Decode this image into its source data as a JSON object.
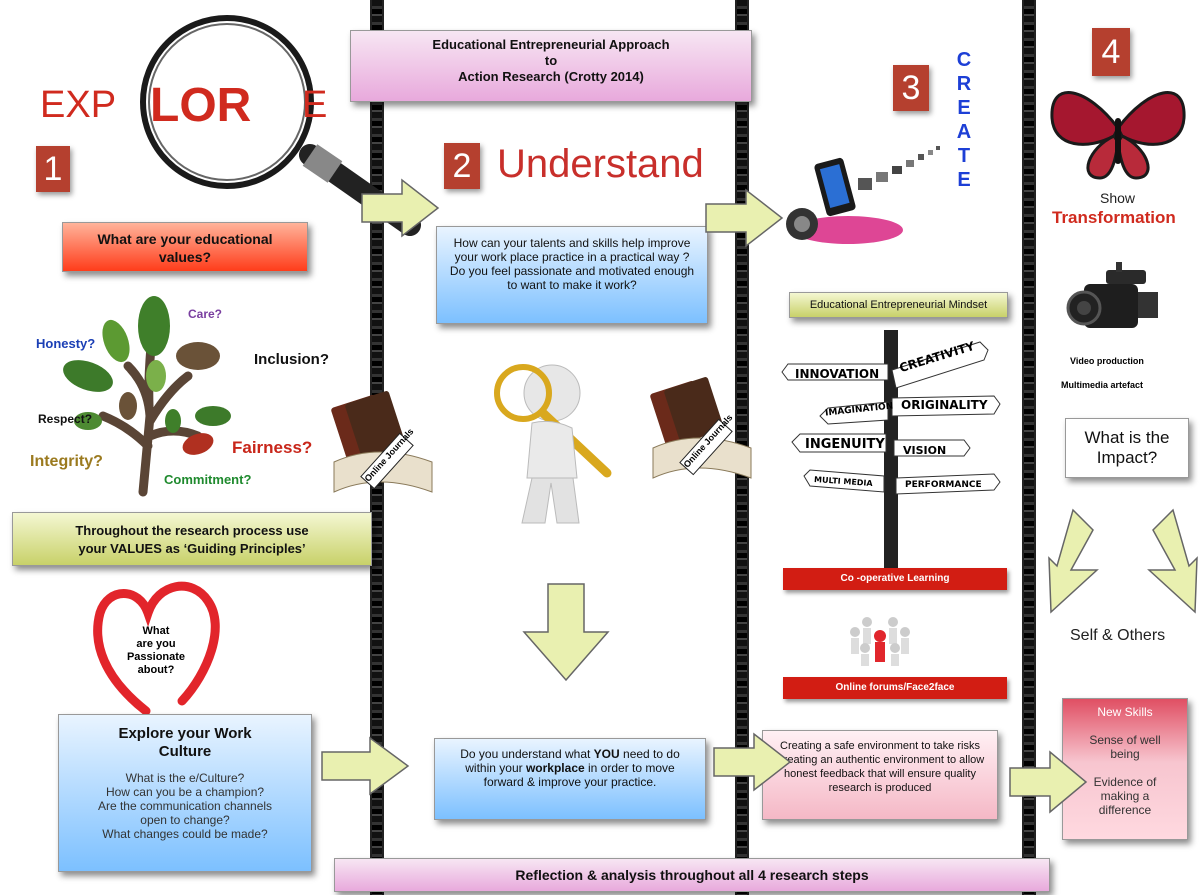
{
  "header": {
    "title_line1": "Educational Entrepreneurial Approach",
    "title_line2": "to",
    "title_line3": "Action Research  (Crotty 2014)"
  },
  "explore": {
    "word_left": "EXP",
    "word_center": "LOR",
    "word_right": "E",
    "step_number": "1",
    "values_question": "What are your educational values?",
    "values": {
      "care": "Care?",
      "honesty": "Honesty?",
      "inclusion": "Inclusion?",
      "respect": "Respect?",
      "fairness": "Fairness?",
      "integrity": "Integrity?",
      "commitment": "Commitment?"
    },
    "guiding_line1": "Throughout the research process use",
    "guiding_line2": "your VALUES as ‘Guiding Principles’",
    "passionate_line1": "What",
    "passionate_line2": "are you",
    "passionate_line3": "Passionate",
    "passionate_line4": "about?",
    "work_culture_title": "Explore your Work Culture",
    "work_culture_items": [
      "What is the e/Culture?",
      "How can you be a champion?",
      "Are the communication channels open to change?",
      "What changes could be made?"
    ]
  },
  "understand": {
    "step_number": "2",
    "heading": "Understand",
    "talents_question": "How can your talents and skills help improve your work place practice in a practical way ? Do you feel passionate and motivated enough to want to make it work?",
    "journal_label": "Online Journals",
    "workplace_pre": "Do you understand what ",
    "workplace_you": "YOU",
    "workplace_mid": " need to do within your ",
    "workplace_bold": "workplace",
    "workplace_post": " in order to move forward & improve your practice."
  },
  "create": {
    "step_number": "3",
    "letters": [
      "C",
      "R",
      "E",
      "A",
      "T",
      "E"
    ],
    "mindset": "Educational Entrepreneurial Mindset",
    "signpost": {
      "innovation": "INNOVATION",
      "creativity": "CREATIVITY",
      "imagination": "IMAGINATION",
      "originality": "ORIGINALITY",
      "ingenuity": "INGENUITY",
      "vision": "VISION",
      "multimedia": "MULTI MEDIA",
      "performance": "PERFORMANCE"
    },
    "cooperative": "Co -operative Learning",
    "forums": "Online forums/Face2face",
    "safe_env": "Creating a safe environment to take risks Creating an authentic environment to allow honest feedback that will ensure quality research is produced"
  },
  "transformation": {
    "step_number": "4",
    "show": "Show",
    "title": "Transformation",
    "video1": "Video production",
    "video2": "Multimedia artefact",
    "impact": "What is the Impact?",
    "self_others": "Self & Others",
    "outcomes": [
      "New Skills",
      "Sense of well being",
      "Evidence of making a difference"
    ]
  },
  "footer": {
    "reflection": "Reflection & analysis throughout  all  4 research steps"
  },
  "colors": {
    "accent_red": "#d02a1e",
    "create_blue": "#1d3fd6",
    "care_purple": "#7a3fa0",
    "honesty_blue": "#1b3fb5",
    "fairness_red": "#c8261a",
    "integrity_olive": "#9b7a1f",
    "commitment_green": "#1f8a2e",
    "arrow_fill": "#e9f0b0"
  },
  "icons": [
    "magnifier-icon",
    "tree-icon",
    "heart-icon",
    "book-icon",
    "figure-icon",
    "media-icon",
    "signpost-icon",
    "people-circle-icon",
    "butterfly-icon",
    "camera-icon",
    "arrow-icon"
  ]
}
